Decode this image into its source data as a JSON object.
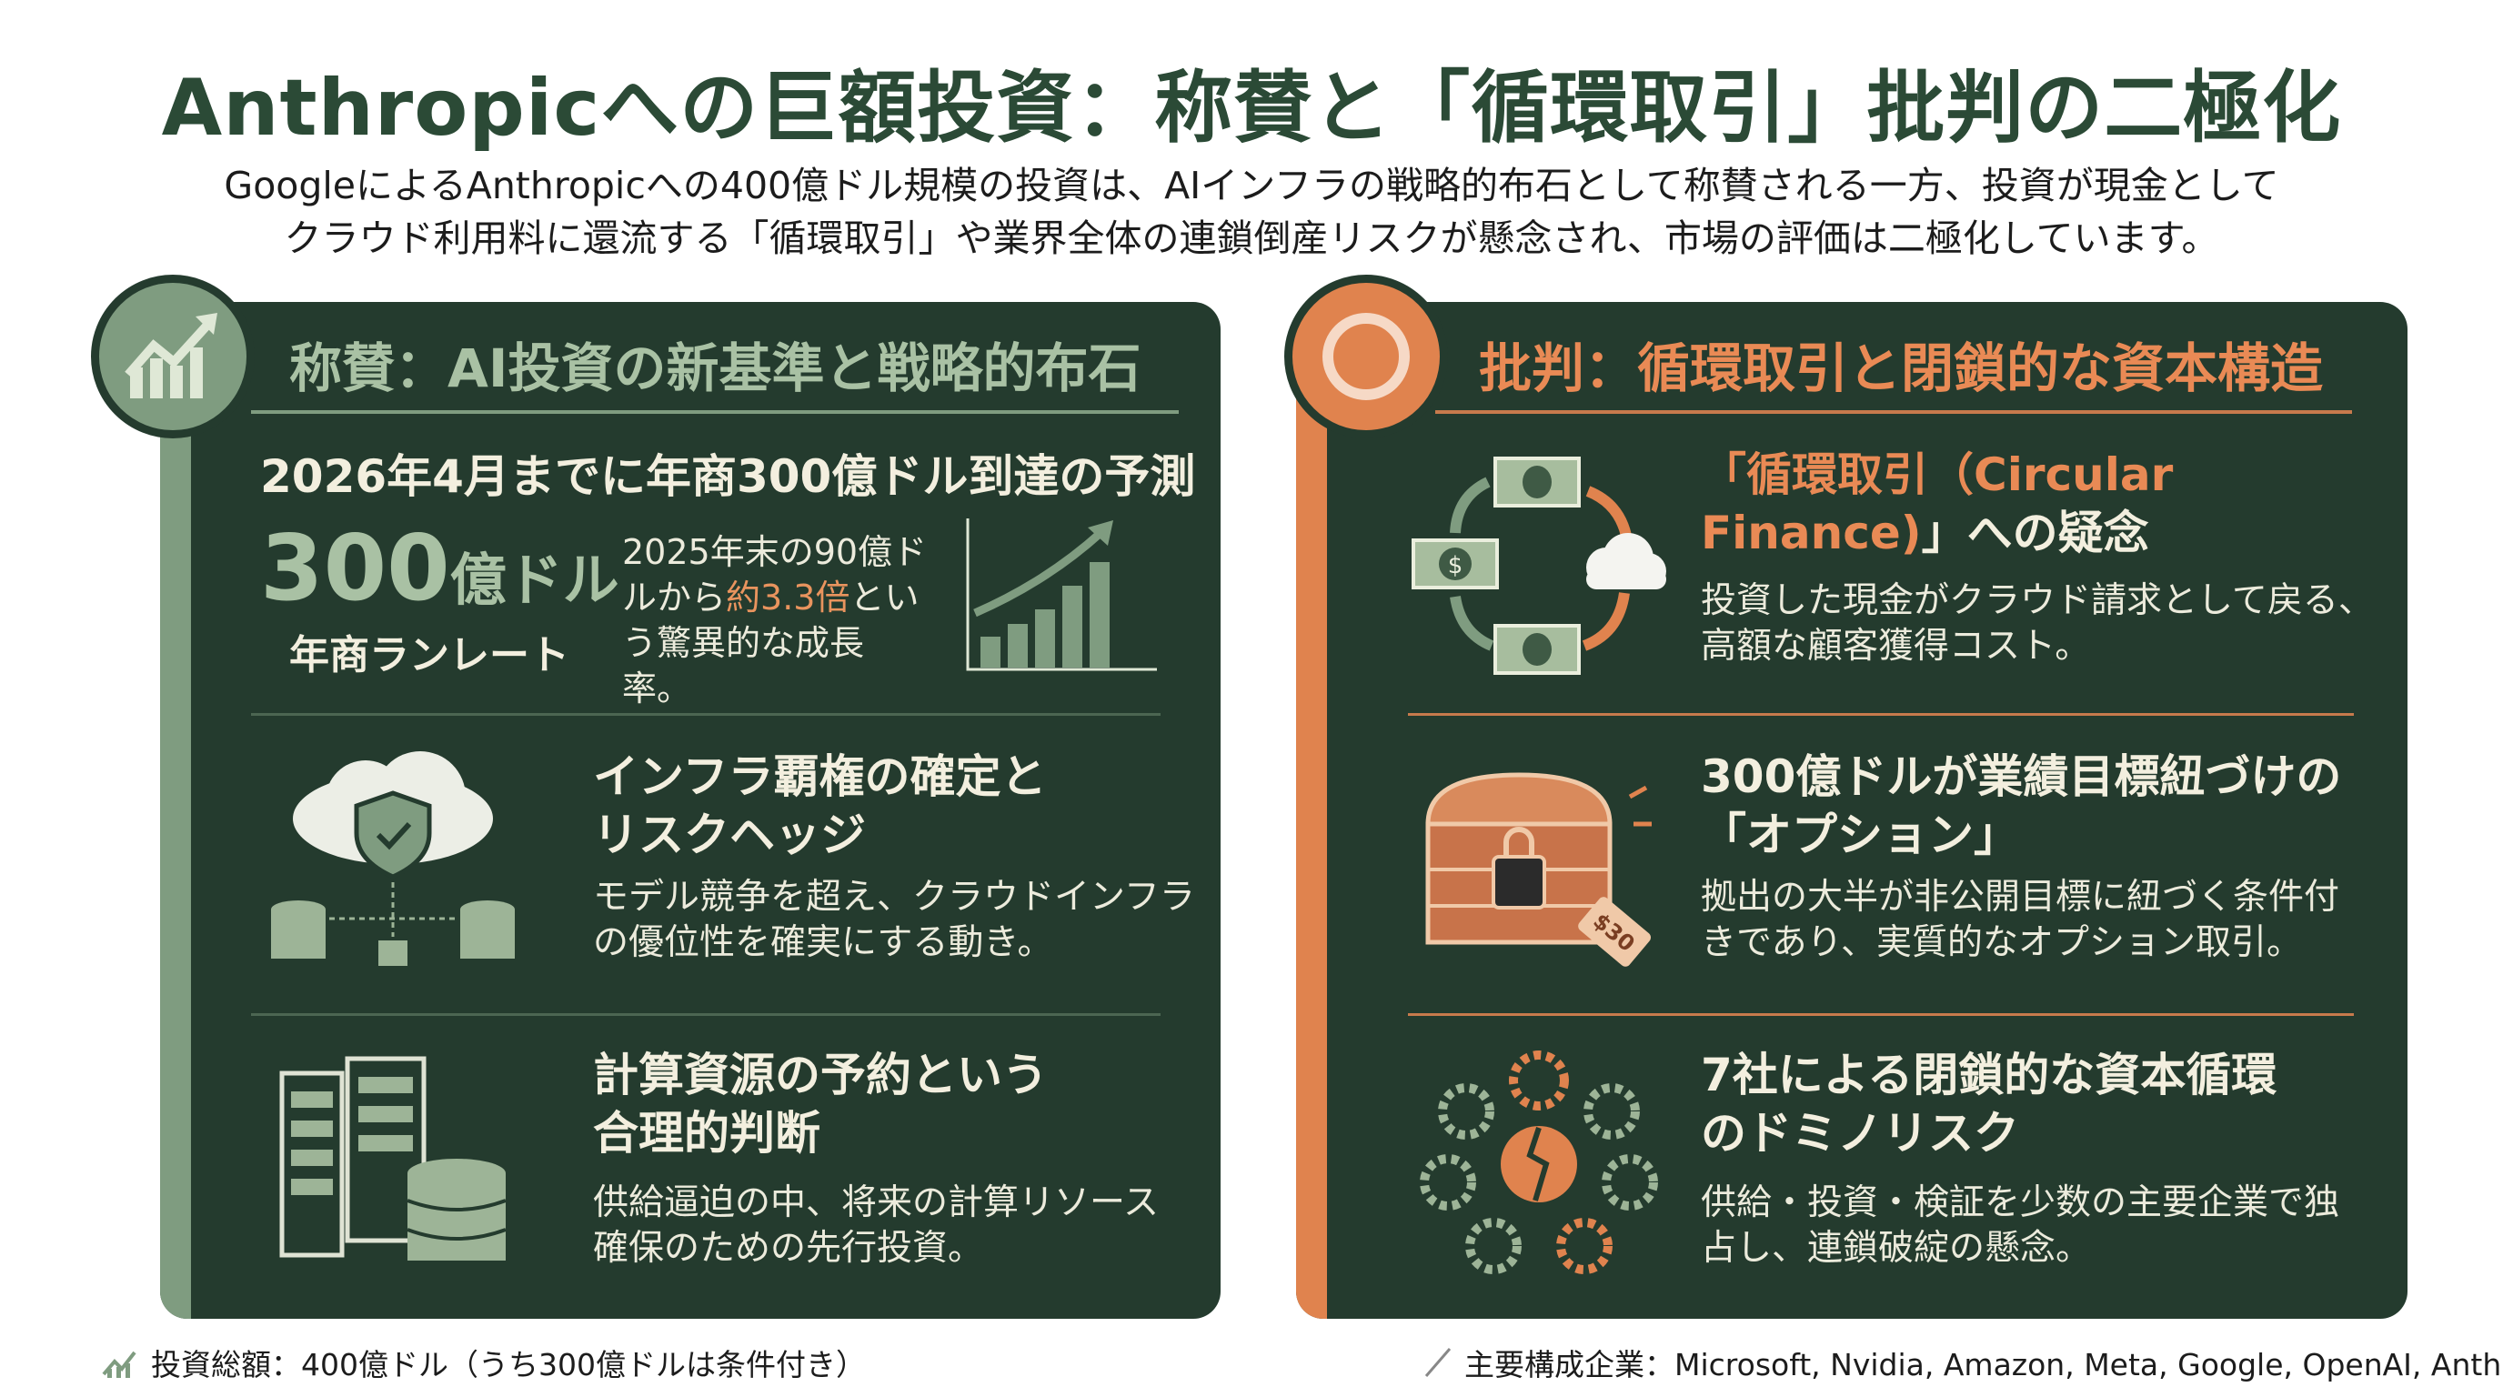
{
  "title": "Anthropicへの巨額投資：称賛と「循環取引」批判の二極化",
  "subtitle": [
    "GoogleによるAnthropicへの400億ドル規模の投資は、AIインフラの戦略的布石として称賛される一方、投資が現金として",
    "クラウド利用料に還流する「循環取引」や業界全体の連鎖倒産リスクが懸念され、市場の評価は二極化しています。"
  ],
  "colors": {
    "dark_panel": "#243b2e",
    "sage": "#7f9c80",
    "orange": "#e0834e",
    "title": "#2b4a36"
  },
  "left": {
    "icon": "growth-chart-icon",
    "heading": "称賛：AI投資の新基準と戦略的布石",
    "s1": {
      "heading": "2026年4月までに年商300億ドル到達の予測",
      "big_number": "300",
      "big_unit": "億ドル",
      "big_caption": "年商ランレート",
      "text": [
        "2025年末の90億ド",
        "ルから",
        "約3.3倍",
        "とい",
        "う驚異的な成長率。"
      ]
    },
    "s2": {
      "icon": "cloud-shield-icon",
      "heading": [
        "インフラ覇権の確定と",
        "リスクヘッジ"
      ],
      "body": [
        "モデル競争を超え、クラウドインフラ",
        "の優位性を確実にする動き。"
      ]
    },
    "s3": {
      "icon": "server-database-icon",
      "heading": [
        "計算資源の予約という",
        "合理的判断"
      ],
      "body": [
        "供給逼迫の中、将来の計算リソース",
        "確保のための先行投資。"
      ]
    }
  },
  "right": {
    "icon": "ring-icon",
    "heading": "批判：循環取引と閉鎖的な資本構造",
    "s1": {
      "icon": "money-cycle-icon",
      "heading_orange": "「循環取引（Circular",
      "heading_line2_orange": "Finance)",
      "heading_line2_white": "」への疑念",
      "body": [
        "投資した現金がクラウド請求として戻る、",
        "高額な顧客獲得コスト。"
      ]
    },
    "s2": {
      "icon": "locked-chest-icon",
      "tag": "$30",
      "heading": [
        "300億ドルが業績目標紐づけの",
        "「オプション」"
      ],
      "body": [
        "拠出の大半が非公開目標に紐づく条件付",
        "きであり、実質的なオプション取引。"
      ]
    },
    "s3": {
      "icon": "gears-network-icon",
      "heading": [
        "7社による閉鎖的な資本循環",
        "のドミノリスク"
      ],
      "body": [
        "供給・投資・検証を少数の主要企業で独",
        "占し、連鎖破綻の懸念。"
      ]
    }
  },
  "footer": {
    "left": "投資総額：400億ドル（うち300億ドルは条件付き）",
    "right": "主要構成企業：Microsoft, Nvidia, Amazon, Meta, Google, OpenAI, Anthropic"
  }
}
